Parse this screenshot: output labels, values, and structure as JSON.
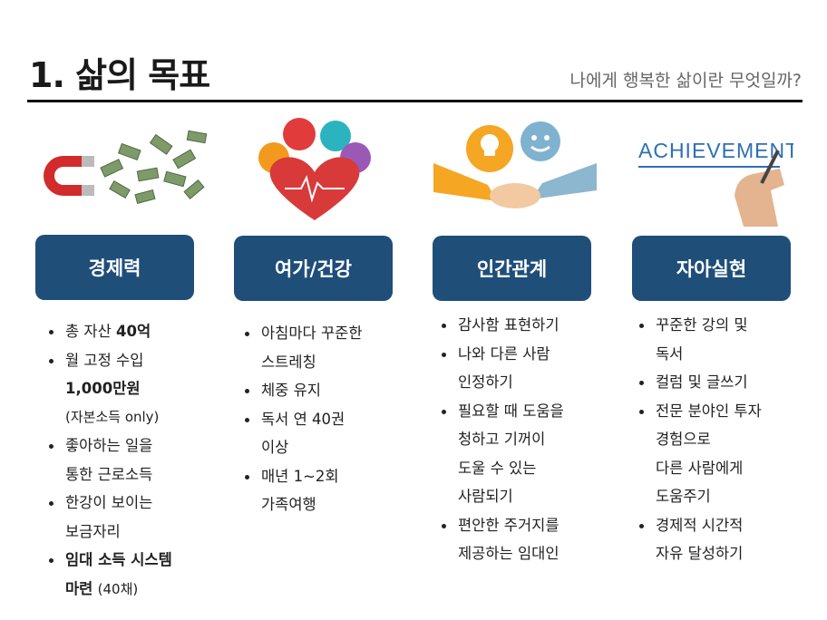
{
  "slide": {
    "title": "1. 삶의 목표",
    "subtitle": "나에게 행복한 삶이란 무엇일까?"
  },
  "columns": [
    {
      "heading": "경제력",
      "image_icon": "magnet-attracting-money-icon",
      "items": [
        {
          "lines": [
            "총 자산 40억"
          ]
        },
        {
          "lines": [
            "월 고정 수입",
            "1,000만원",
            "(자본소득 only)"
          ]
        },
        {
          "lines": [
            "좋아하는 일을",
            "통한 근로소득"
          ]
        },
        {
          "lines": [
            "한강이 보이는",
            "보금자리"
          ]
        },
        {
          "lines": [
            "임대 소득 시스템",
            "마련 (40채)"
          ]
        }
      ]
    },
    {
      "heading": "여가/건강",
      "image_icon": "heart-health-icons",
      "items": [
        {
          "lines": [
            "아침마다 꾸준한",
            "스트레칭"
          ]
        },
        {
          "lines": [
            "체중 유지"
          ]
        },
        {
          "lines": [
            "독서 연 40권",
            "이상"
          ]
        },
        {
          "lines": [
            "매년 1~2회",
            "가족여행"
          ]
        }
      ]
    },
    {
      "heading": "인간관계",
      "image_icon": "handshake-idea-icon",
      "items": [
        {
          "lines": [
            "감사함 표현하기"
          ]
        },
        {
          "lines": [
            "나와 다른 사람",
            "인정하기"
          ]
        },
        {
          "lines": [
            "필요할 때 도움을",
            "청하고 기꺼이",
            "도울 수 있는",
            "사람되기"
          ]
        },
        {
          "lines": [
            "편안한 주거지를",
            "제공하는 임대인"
          ]
        }
      ]
    },
    {
      "heading": "자아실현",
      "image_icon": "hand-writing-achievement-icon",
      "image_text": "ACHIEVEMENT",
      "items": [
        {
          "lines": [
            "꾸준한 강의 및",
            "독서"
          ]
        },
        {
          "lines": [
            "컬럼 및 글쓰기"
          ]
        },
        {
          "lines": [
            "전문 분야인 투자",
            "경험으로",
            "다른 사람에게",
            "도움주기"
          ]
        },
        {
          "lines": [
            "경제적 시간적",
            "자유 달성하기"
          ]
        }
      ]
    }
  ],
  "colors": {
    "pill": "#1f4e79",
    "rule": "#111111"
  }
}
